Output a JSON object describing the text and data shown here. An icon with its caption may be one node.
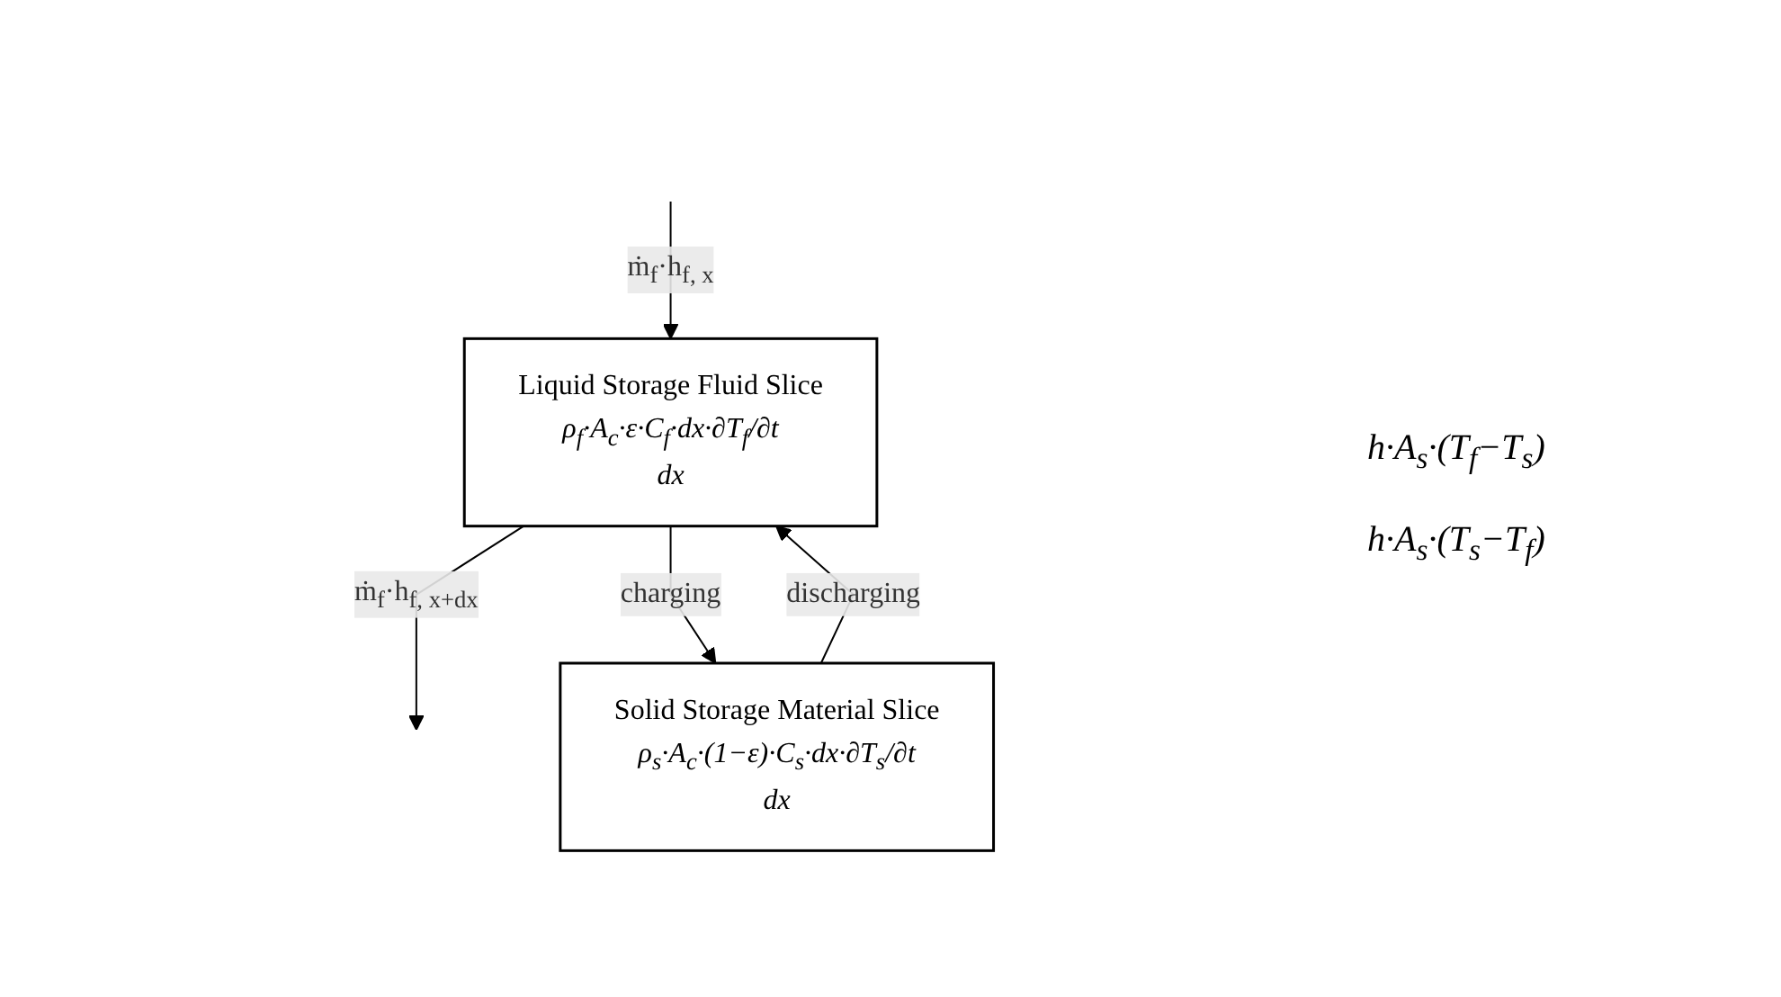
{
  "diagram": {
    "nodes": [
      {
        "text": [
          "Liquid Storage Fluid Slice",
          "ρ$_{f}$·A$_{c}$·ε·C$_{f}$·dx·∂T$_{f}$/∂t",
          "dx"
        ]
      },
      {
        "text": [
          "Solid Storage Material Slice",
          "ρ$_{s}$·A$_{c}$·(1−ε)·C$_{s}$·dx·∂T$_{s}$/∂t",
          "dx"
        ]
      }
    ],
    "edges": [
      {
        "from": 0,
        "to": null,
        "arrow": "to",
        "label": "ṁ$_{f}$·h$_{f, x+dx}$"
      },
      {
        "from": null,
        "to": 0,
        "arrow": "to",
        "label": "ṁ$_{f}$·h$_{f, x}$"
      },
      {
        "from": 0,
        "to": 1,
        "arrow": "to",
        "label": "charging"
      },
      {
        "from": 1,
        "to": 0,
        "arrow": "to",
        "label": "discharging"
      }
    ],
    "labels": [
      "h·A$_{s}$·(T$_{f}$−T$_{s}$)",
      "h·A$_{s}$·(T$_{s}$−T$_{f}$)"
    ]
  }
}
